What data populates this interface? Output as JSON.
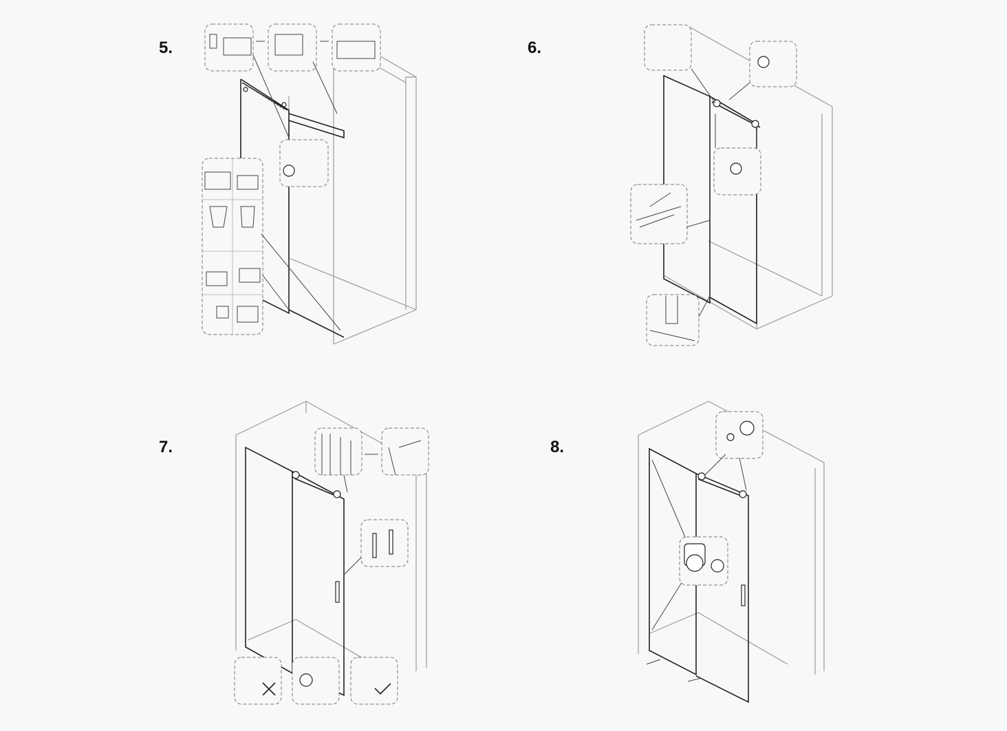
{
  "steps": [
    {
      "label": "5."
    },
    {
      "label": "6."
    },
    {
      "label": "7."
    },
    {
      "label": "8."
    }
  ],
  "colors": {
    "background": "#f7f8f9",
    "line": "#222222",
    "wall": "#9a9a9a"
  }
}
